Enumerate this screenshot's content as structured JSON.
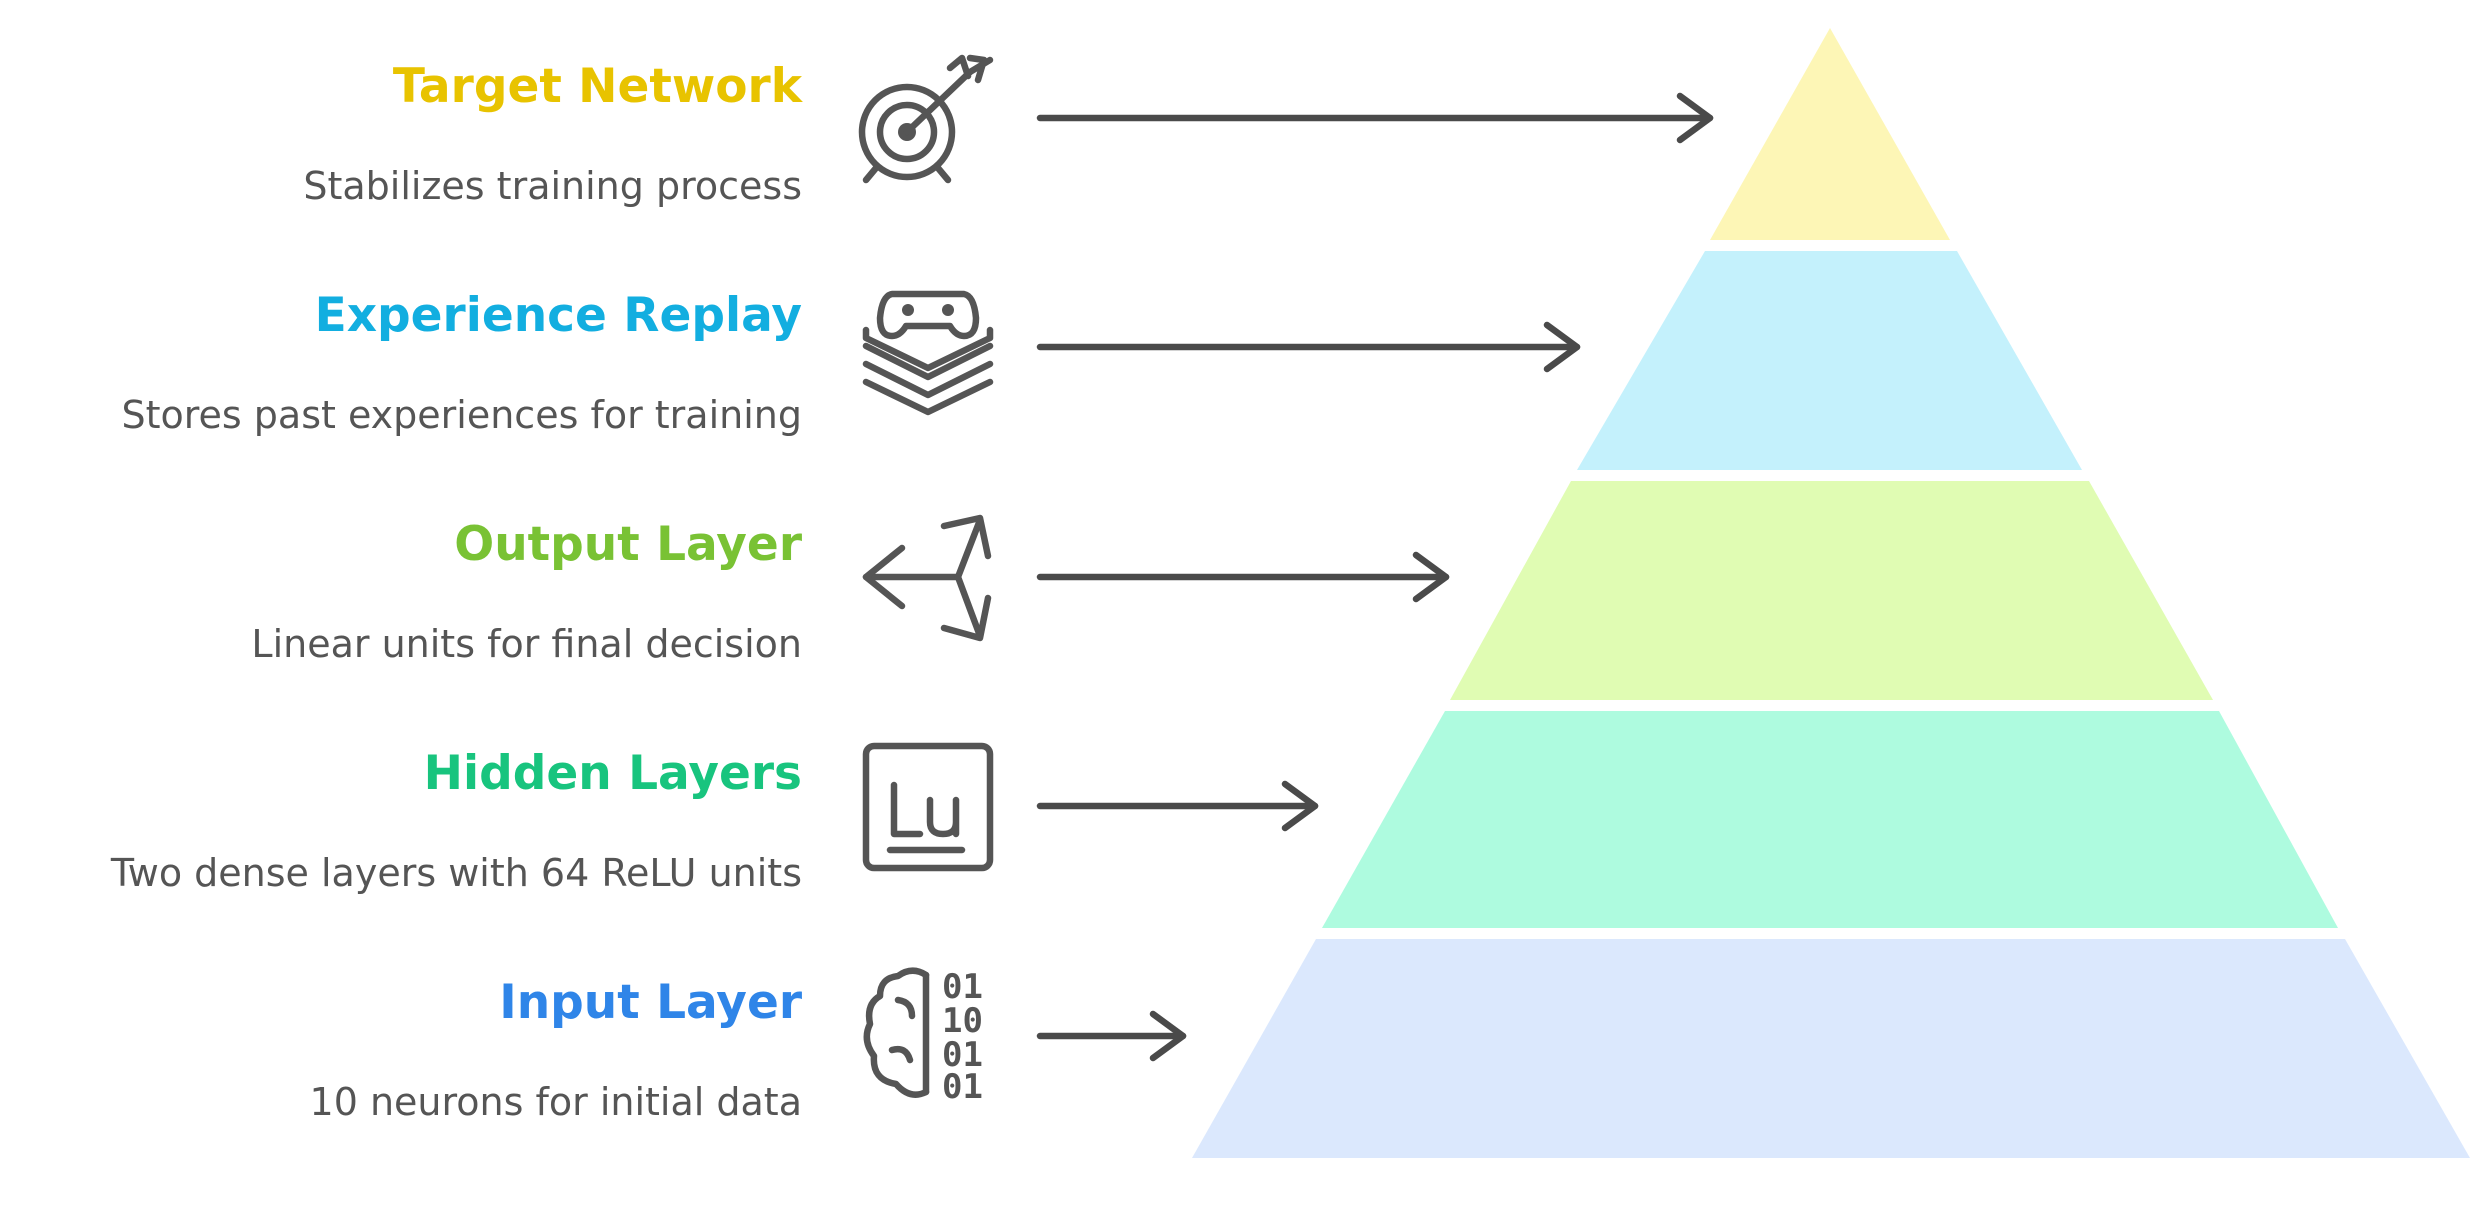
{
  "tiers": [
    {
      "title": "Target Network",
      "description": "Stabilizes training process",
      "color": "#e8c300",
      "fill": "#fdf6b6",
      "icon": "target-icon"
    },
    {
      "title": "Experience Replay",
      "description": "Stores past experiences for training",
      "color": "#12aee0",
      "fill": "#c4f1fc",
      "icon": "gamepad-stack-icon"
    },
    {
      "title": "Output Layer",
      "description": "Linear units for final decision",
      "color": "#79c234",
      "fill": "#e0fcb3",
      "icon": "unity-icon"
    },
    {
      "title": "Hidden Layers",
      "description": "Two dense layers with 64 ReLU units",
      "color": "#18c47e",
      "fill": "#aefbdf",
      "icon": "lutetium-element-icon"
    },
    {
      "title": "Input Layer",
      "description": "10 neurons for initial data",
      "color": "#2f85e8",
      "fill": "#dbe8fd",
      "icon": "brain-binary-icon"
    }
  ]
}
